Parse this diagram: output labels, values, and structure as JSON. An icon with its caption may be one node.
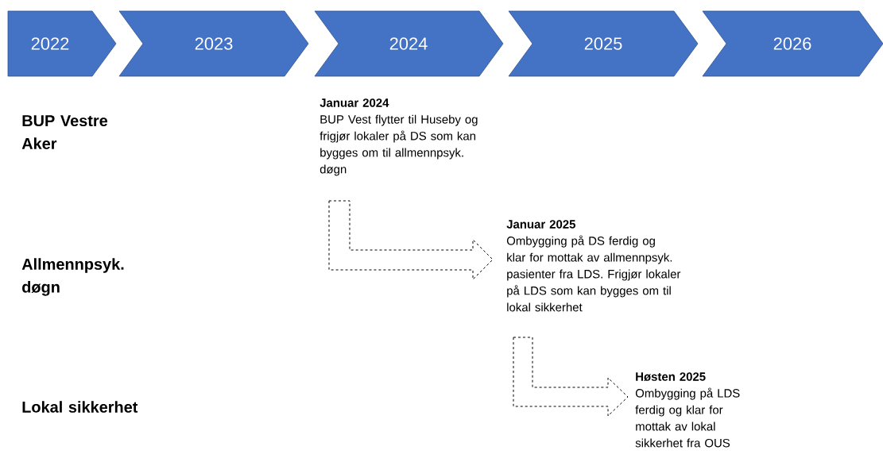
{
  "diagram": {
    "nodes": [
      {
        "text": [
          "2022"
        ]
      },
      {
        "text": [
          "2023"
        ]
      },
      {
        "text": [
          "2024"
        ]
      },
      {
        "text": [
          "2025"
        ]
      },
      {
        "text": [
          "2026"
        ]
      },
      {
        "text": [
          "Januar 2024",
          "BUP Vest flytter til Huseby og frigjør lokaler på DS som kan bygges om til allmennpsyk. døgn"
        ]
      },
      {
        "text": [
          "Januar 2025",
          "Ombygging på DS ferdig og klar for mottak av allmennpsyk. pasienter fra LDS. Frigjør lokaler på LDS som kan bygges om til lokal sikkerhet"
        ]
      },
      {
        "text": [
          "Høsten 2025",
          "Ombygging på LDS ferdig og klar for mottak av lokal sikkerhet fra OUS"
        ]
      }
    ],
    "edges": [
      {
        "from": 5,
        "to": 6,
        "arrow": "to",
        "style": "dashed"
      },
      {
        "from": 6,
        "to": 7,
        "arrow": "to",
        "style": "dashed"
      }
    ],
    "labels": [
      "BUP Vestre Aker",
      "Allmennpsyk. døgn",
      "Lokal sikkerhet"
    ]
  }
}
